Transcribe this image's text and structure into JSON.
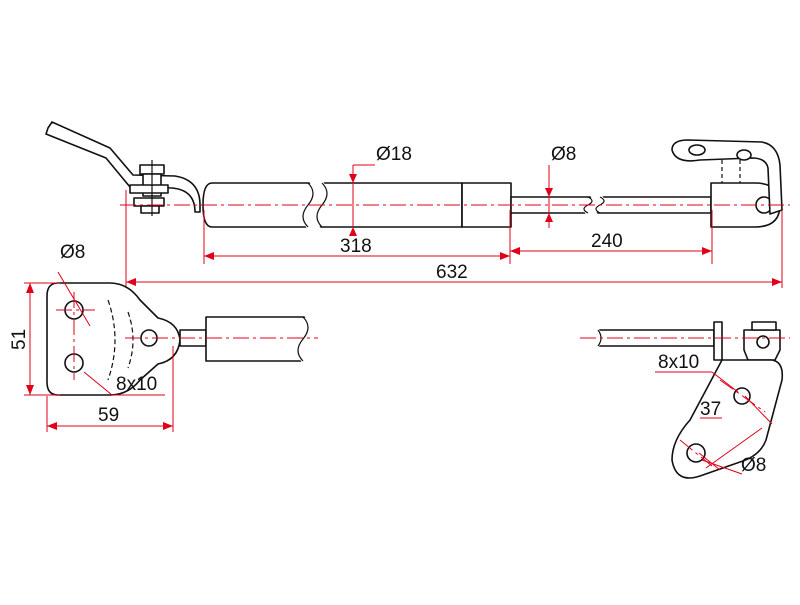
{
  "dimensions": {
    "rod_diameter": "Ø8",
    "cylinder_diameter": "Ø18",
    "cylinder_length": "318",
    "rod_length": "240",
    "total_length": "632",
    "left_hole_diameter": "Ø8",
    "left_height": "51",
    "left_slot": "8x10",
    "left_width": "59",
    "right_slot": "8x10",
    "right_spacing": "37",
    "right_hole_diameter": "Ø8"
  },
  "colors": {
    "dimension_lines": "#e0001a",
    "outline": "#111111"
  }
}
